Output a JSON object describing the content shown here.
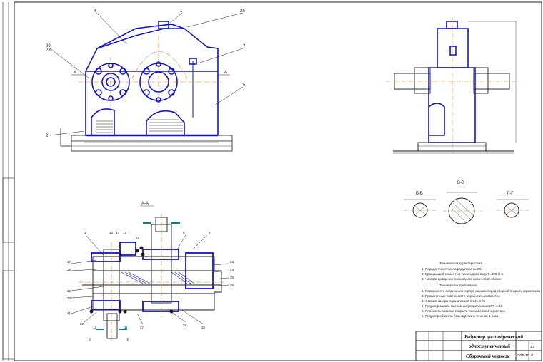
{
  "drawing": {
    "section_labels": {
      "aa": "А-А",
      "bb": "Б-Б",
      "vv": "В-В",
      "gg": "Г-Г"
    },
    "cut_marks": {
      "a_left": "А",
      "a_right": "А",
      "b_left": "Б",
      "b_right": "Б"
    },
    "callouts_top": [
      "4",
      "1",
      "2б",
      "2б",
      "23",
      "7",
      "5",
      "2"
    ],
    "callouts_section": [
      "1",
      "13",
      "14",
      "15",
      "16",
      "9",
      "8",
      "17",
      "18",
      "19",
      "20",
      "21",
      "22",
      "23",
      "24",
      "25",
      "26",
      "27",
      "28",
      "10",
      "11",
      "12"
    ],
    "tech_notes": [
      "Техническая характеристика",
      "1. Передаточное число редуктора u=2.5",
      "2. Вращающий момент на тихоходном валу Т=320 Н·м",
      "3. Частота вращения тихоходного вала n=560 об/мин",
      "Технические требования",
      "1. Поверхности соединения корпус-крышка перед сборкой покрыть герметиком",
      "2. Привалочные поверхности обработать совместно",
      "3. Осевые зазоры подшипников 0.04...0.06",
      "4. Редуктор залить маслом индустриальным И-Г-А-46",
      "5. Плоскость разъёма покрыть тонким слоем герметика",
      "6. Редуктор обкатать без нагрузки в течение 1 часа"
    ],
    "title_block": {
      "name_line1": "Редуктор цилиндрический",
      "name_line2": "одноступенчатый",
      "name_line3": "Сборочный чертеж",
      "doc_code": "СФБ-ТП 4/1",
      "sheet": "1:2"
    }
  },
  "colors": {
    "line": "#1a1a1a",
    "part": "#1414c8",
    "axis": "#e07010",
    "teal": "#0a8080",
    "frame": "#222222"
  }
}
